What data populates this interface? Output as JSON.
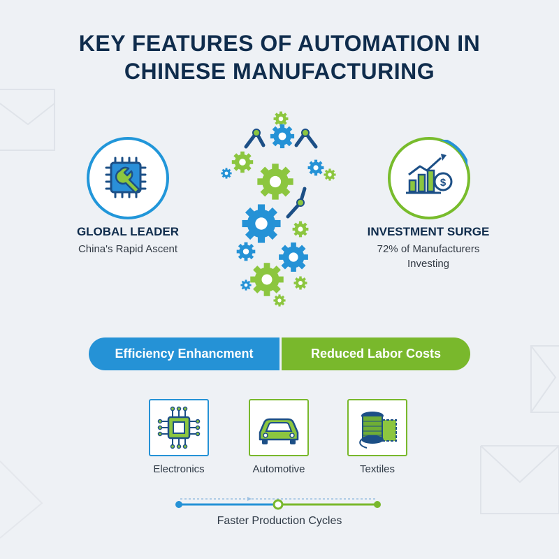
{
  "title": {
    "line1": "KEY FEATURES OF AUTOMATION IN",
    "line2": "CHINESE MANUFACTURING"
  },
  "features": {
    "left": {
      "heading": "GLOBAL LEADER",
      "subtitle": "China's Rapid Ascent",
      "icon": "chip-wrench-icon"
    },
    "right": {
      "heading": "INVESTMENT SURGE",
      "subtitle_line1": "72% of Manufacturers",
      "subtitle_line2": "Investing",
      "icon": "growth-chart-dollar-icon"
    }
  },
  "center_graphic": {
    "icon": "gears-robot-arms-arrow-icon"
  },
  "benefits": {
    "left": "Efficiency Enhancment",
    "right": "Reduced Labor Costs"
  },
  "industries": [
    {
      "label": "Electronics",
      "icon": "circuit-chip-icon"
    },
    {
      "label": "Automotive",
      "icon": "car-icon"
    },
    {
      "label": "Textiles",
      "icon": "thread-spool-fabric-icon"
    }
  ],
  "timeline": {
    "caption": "Faster Production Cycles"
  },
  "colors": {
    "background": "#eef1f5",
    "navy": "#0f2c4c",
    "blue": "#2592d6",
    "green": "#79b82c"
  }
}
